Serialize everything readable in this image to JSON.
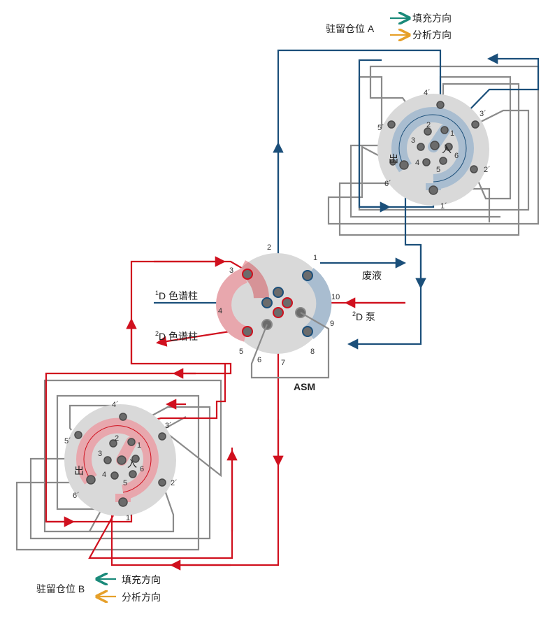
{
  "legend_a": {
    "title": "驻留仓位 A",
    "fill_label": "填充方向",
    "analysis_label": "分析方向",
    "fill_color": "#1a8a7a",
    "analysis_color": "#e6a02a"
  },
  "legend_b": {
    "title": "驻留仓位 B",
    "fill_label": "填充方向",
    "analysis_label": "分析方向",
    "fill_color": "#1a8a7a",
    "analysis_color": "#e6a02a"
  },
  "asm": {
    "name": "ASM",
    "ports": [
      "1",
      "2",
      "3",
      "4",
      "5",
      "6",
      "7",
      "8",
      "9",
      "10"
    ],
    "labels": {
      "waste": "废液",
      "pump_sup": "2",
      "pump": "D 泵",
      "col1_sup": "1",
      "col1": "D 色谱柱",
      "col2_sup": "2",
      "col2": "D 色谱柱"
    }
  },
  "valve_a": {
    "out_label": "出",
    "in_label": "入",
    "inner_ports": [
      "1",
      "2",
      "3",
      "4",
      "5",
      "6"
    ],
    "outer_ports": [
      "1´",
      "2´",
      "3´",
      "4´",
      "5´",
      "6´"
    ]
  },
  "valve_b": {
    "out_label": "出",
    "in_label": "入",
    "inner_ports": [
      "1",
      "2",
      "3",
      "4",
      "5",
      "6"
    ],
    "outer_ports": [
      "1´",
      "2´",
      "3´",
      "4´",
      "5´",
      "6´"
    ]
  },
  "colors": {
    "blue": "#1b4f7a",
    "red": "#d0101e",
    "gray": "#8a8a8a",
    "disk": "#d9d9d9",
    "blue_fill": "#a9bdd0",
    "red_fill": "#e8a7ad"
  }
}
